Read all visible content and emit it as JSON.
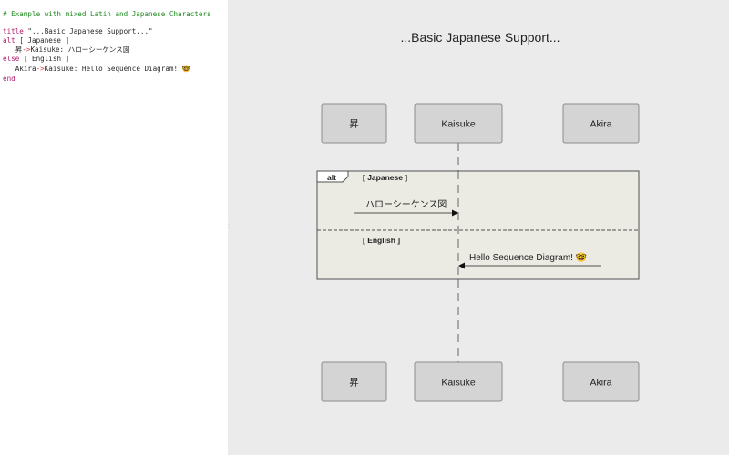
{
  "editor": {
    "lines": [
      {
        "segments": [
          {
            "text": "# Example with mixed Latin and Japanese Characters",
            "cls": "c-comment"
          }
        ]
      },
      {
        "segments": []
      },
      {
        "segments": [
          {
            "text": "title",
            "cls": "c-kw"
          },
          {
            "text": " \"...Basic Japanese Support...\"",
            "cls": "c-str"
          }
        ]
      },
      {
        "segments": [
          {
            "text": "alt",
            "cls": "c-kw"
          },
          {
            "text": " [ Japanese ]",
            "cls": ""
          }
        ]
      },
      {
        "segments": [
          {
            "text": "   昇",
            "cls": ""
          },
          {
            "text": "->",
            "cls": "c-arrow"
          },
          {
            "text": "Kaisuke: ハローシーケンス図",
            "cls": ""
          }
        ]
      },
      {
        "segments": [
          {
            "text": "else",
            "cls": "c-kw"
          },
          {
            "text": " [ English ]",
            "cls": ""
          }
        ]
      },
      {
        "segments": [
          {
            "text": "   Akira",
            "cls": ""
          },
          {
            "text": "->",
            "cls": "c-arrow"
          },
          {
            "text": "Kaisuke: Hello Sequence Diagram! 🤓",
            "cls": ""
          }
        ]
      },
      {
        "segments": [
          {
            "text": "end",
            "cls": "c-kw"
          }
        ]
      }
    ]
  },
  "diagram": {
    "title": "...Basic Japanese Support...",
    "participants": [
      {
        "id": "p1",
        "label": "昇"
      },
      {
        "id": "p2",
        "label": "Kaisuke"
      },
      {
        "id": "p3",
        "label": "Akira"
      }
    ],
    "fragment": {
      "keyword": "alt",
      "sections": [
        {
          "condition": "[ Japanese ]"
        },
        {
          "condition": "[ English ]"
        }
      ]
    },
    "messages": [
      {
        "from": "p1",
        "to": "p2",
        "label": "ハローシーケンス図"
      },
      {
        "from": "p3",
        "to": "p2",
        "label": "Hello Sequence Diagram! 🤓"
      }
    ],
    "colors": {
      "participant_fill": "#d4d4d4",
      "participant_stroke": "#8c8c8c",
      "fragment_fill": "#ebebe2",
      "line": "#505050"
    }
  }
}
